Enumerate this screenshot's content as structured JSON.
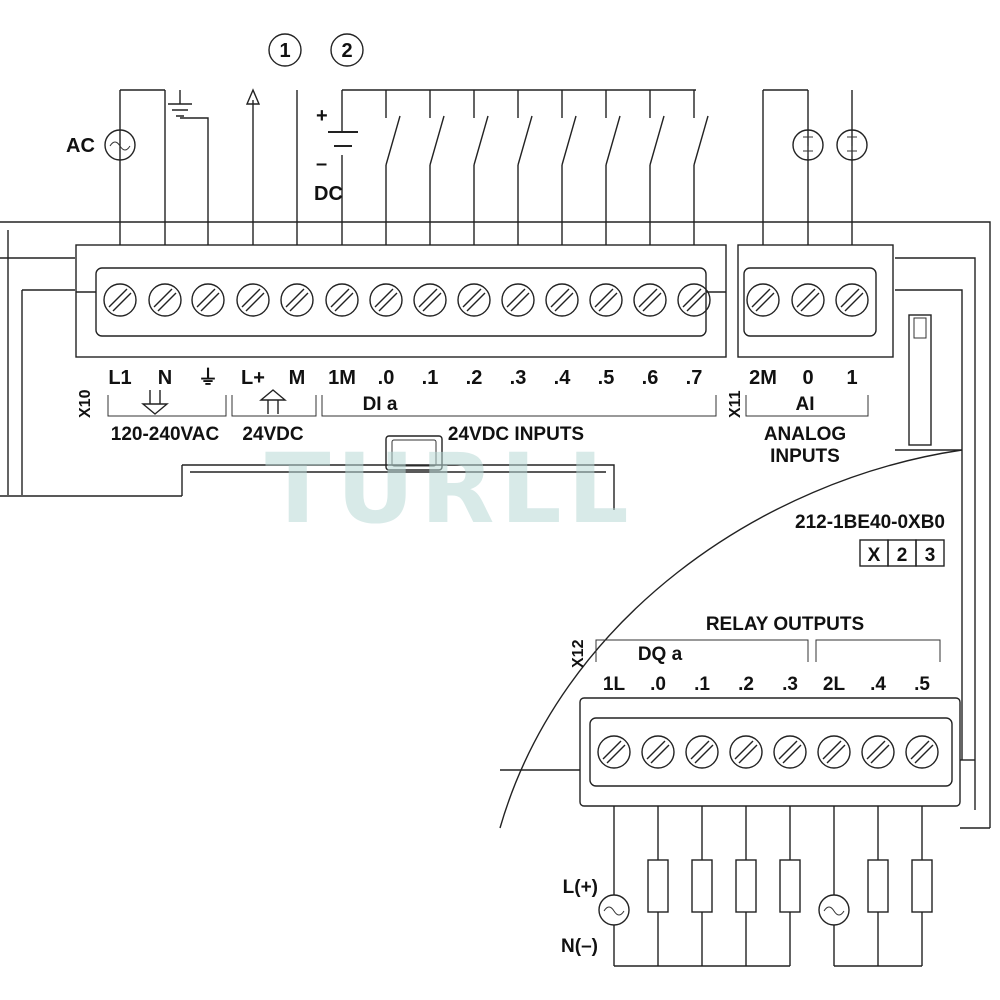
{
  "markers": [
    "1",
    "2"
  ],
  "supply": {
    "ac": "AC",
    "dc": "DC",
    "plus": "+",
    "minus": "–"
  },
  "x10": {
    "connector_id": "X10",
    "terminals": [
      "L1",
      "N",
      "⏚",
      "L+",
      "M",
      "1M",
      ".0",
      ".1",
      ".2",
      ".3",
      ".4",
      ".5",
      ".6",
      ".7"
    ],
    "group_power": "120-240VAC",
    "group_sensor": "24VDC",
    "group_inputs_title": "DI a",
    "group_inputs": "24VDC INPUTS"
  },
  "x11": {
    "connector_id": "X11",
    "terminals": [
      "2M",
      "0",
      "1"
    ],
    "title": "AI",
    "group_line1": "ANALOG",
    "group_line2": "INPUTS"
  },
  "part_number": "212-1BE40-0XB0",
  "version_boxes": [
    "X",
    "2",
    "3"
  ],
  "x12": {
    "connector_id": "X12",
    "group_title": "RELAY OUTPUTS",
    "sub_title": "DQ a",
    "terminals": [
      "1L",
      ".0",
      ".1",
      ".2",
      ".3",
      "2L",
      ".4",
      ".5"
    ]
  },
  "load_supply": {
    "l": "L(+)",
    "n": "N(–)"
  },
  "watermark": "TURLL",
  "colors": {
    "line": "#222222",
    "watermark": "#b9d9d6"
  }
}
